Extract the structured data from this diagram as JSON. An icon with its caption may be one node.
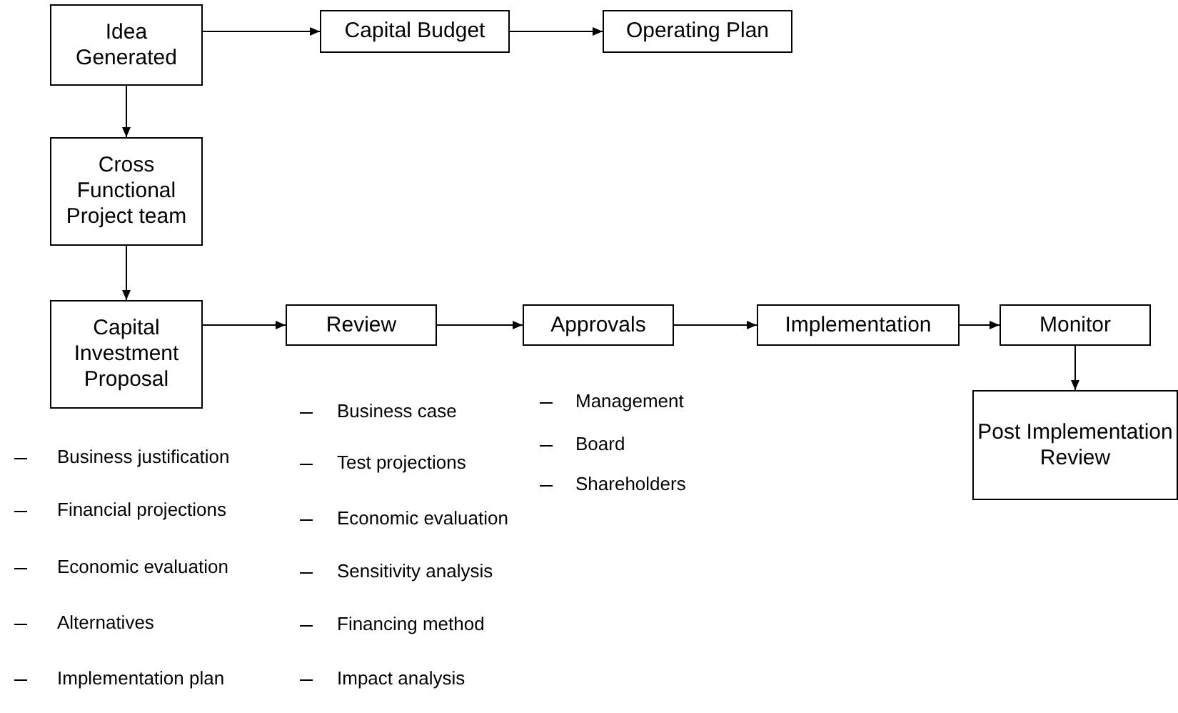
{
  "diagram": {
    "nodes": [
      {
        "text": [
          "Idea Generated"
        ]
      },
      {
        "text": [
          "Capital Budget"
        ]
      },
      {
        "text": [
          "Operating Plan"
        ]
      },
      {
        "text": [
          "Cross Functional Project team"
        ]
      },
      {
        "text": [
          "Capital Investment Proposal"
        ],
        "beside": [
          "Business justification",
          "Financial projections",
          "Economic evaluation",
          "Alternatives",
          "Implementation plan"
        ]
      },
      {
        "text": [
          "Review"
        ],
        "beside": [
          "Business case",
          "Test projections",
          "Economic evaluation",
          "Sensitivity analysis",
          "Financing method",
          "Impact analysis"
        ]
      },
      {
        "text": [
          "Approvals"
        ],
        "beside": [
          "Management",
          "Board",
          "Shareholders"
        ]
      },
      {
        "text": [
          "Implementation"
        ]
      },
      {
        "text": [
          "Monitor"
        ]
      },
      {
        "text": [
          "Post Implementation Review"
        ]
      }
    ],
    "edges": [
      {
        "from": 0,
        "to": 1,
        "arrow": "to"
      },
      {
        "from": 1,
        "to": 2,
        "arrow": "to"
      },
      {
        "from": 0,
        "to": 3,
        "arrow": "to"
      },
      {
        "from": 3,
        "to": 4,
        "arrow": "to"
      },
      {
        "from": 4,
        "to": 5,
        "arrow": "to"
      },
      {
        "from": 5,
        "to": 6,
        "arrow": "to"
      },
      {
        "from": 6,
        "to": 7,
        "arrow": "to"
      },
      {
        "from": 7,
        "to": 8,
        "arrow": "to"
      },
      {
        "from": 8,
        "to": 9,
        "arrow": "to"
      }
    ]
  }
}
